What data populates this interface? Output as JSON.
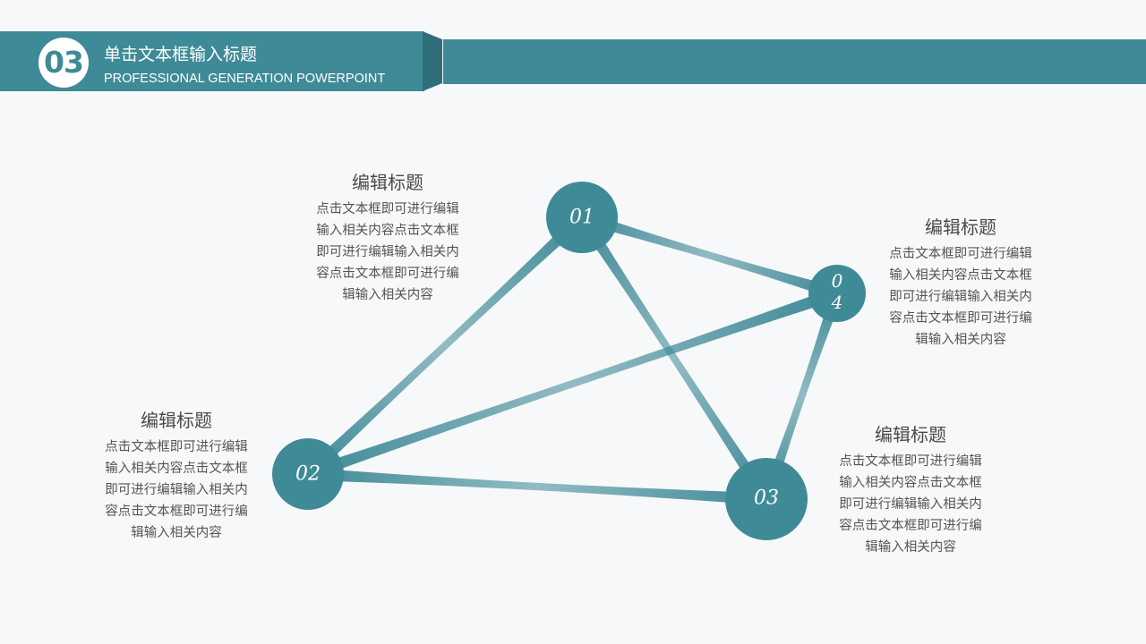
{
  "header": {
    "section_number": "03",
    "title": "单击文本框输入标题",
    "subtitle": "PROFESSIONAL GENERATION POWERPOINT"
  },
  "colors": {
    "teal": "#3f8a97",
    "teal_dark": "#2c6a75",
    "background": "#f7f8f9",
    "text": "#555555"
  },
  "nodes": [
    {
      "id": "n1",
      "label": "01"
    },
    {
      "id": "n2",
      "label": "02"
    },
    {
      "id": "n3",
      "label": "03"
    },
    {
      "id": "n4",
      "label_lines": [
        "0",
        "4"
      ]
    }
  ],
  "edges": [
    [
      "n1",
      "n2"
    ],
    [
      "n1",
      "n3"
    ],
    [
      "n1",
      "n4"
    ],
    [
      "n2",
      "n3"
    ],
    [
      "n2",
      "n4"
    ],
    [
      "n3",
      "n4"
    ]
  ],
  "blocks": [
    {
      "title": "编辑标题",
      "lines": [
        "点击文本框即可进行编辑",
        "输入相关内容点击文本框",
        "即可进行编辑输入相关内",
        "容点击文本框即可进行编",
        "辑输入相关内容"
      ]
    },
    {
      "title": "编辑标题",
      "lines": [
        "点击文本框即可进行编辑",
        "输入相关内容点击文本框",
        "即可进行编辑输入相关内",
        "容点击文本框即可进行编",
        "辑输入相关内容"
      ]
    },
    {
      "title": "编辑标题",
      "lines": [
        "点击文本框即可进行编辑",
        "输入相关内容点击文本框",
        "即可进行编辑输入相关内",
        "容点击文本框即可进行编",
        "辑输入相关内容"
      ]
    },
    {
      "title": "编辑标题",
      "lines": [
        "点击文本框即可进行编辑",
        "输入相关内容点击文本框",
        "即可进行编辑输入相关内",
        "容点击文本框即可进行编",
        "辑输入相关内容"
      ]
    }
  ]
}
